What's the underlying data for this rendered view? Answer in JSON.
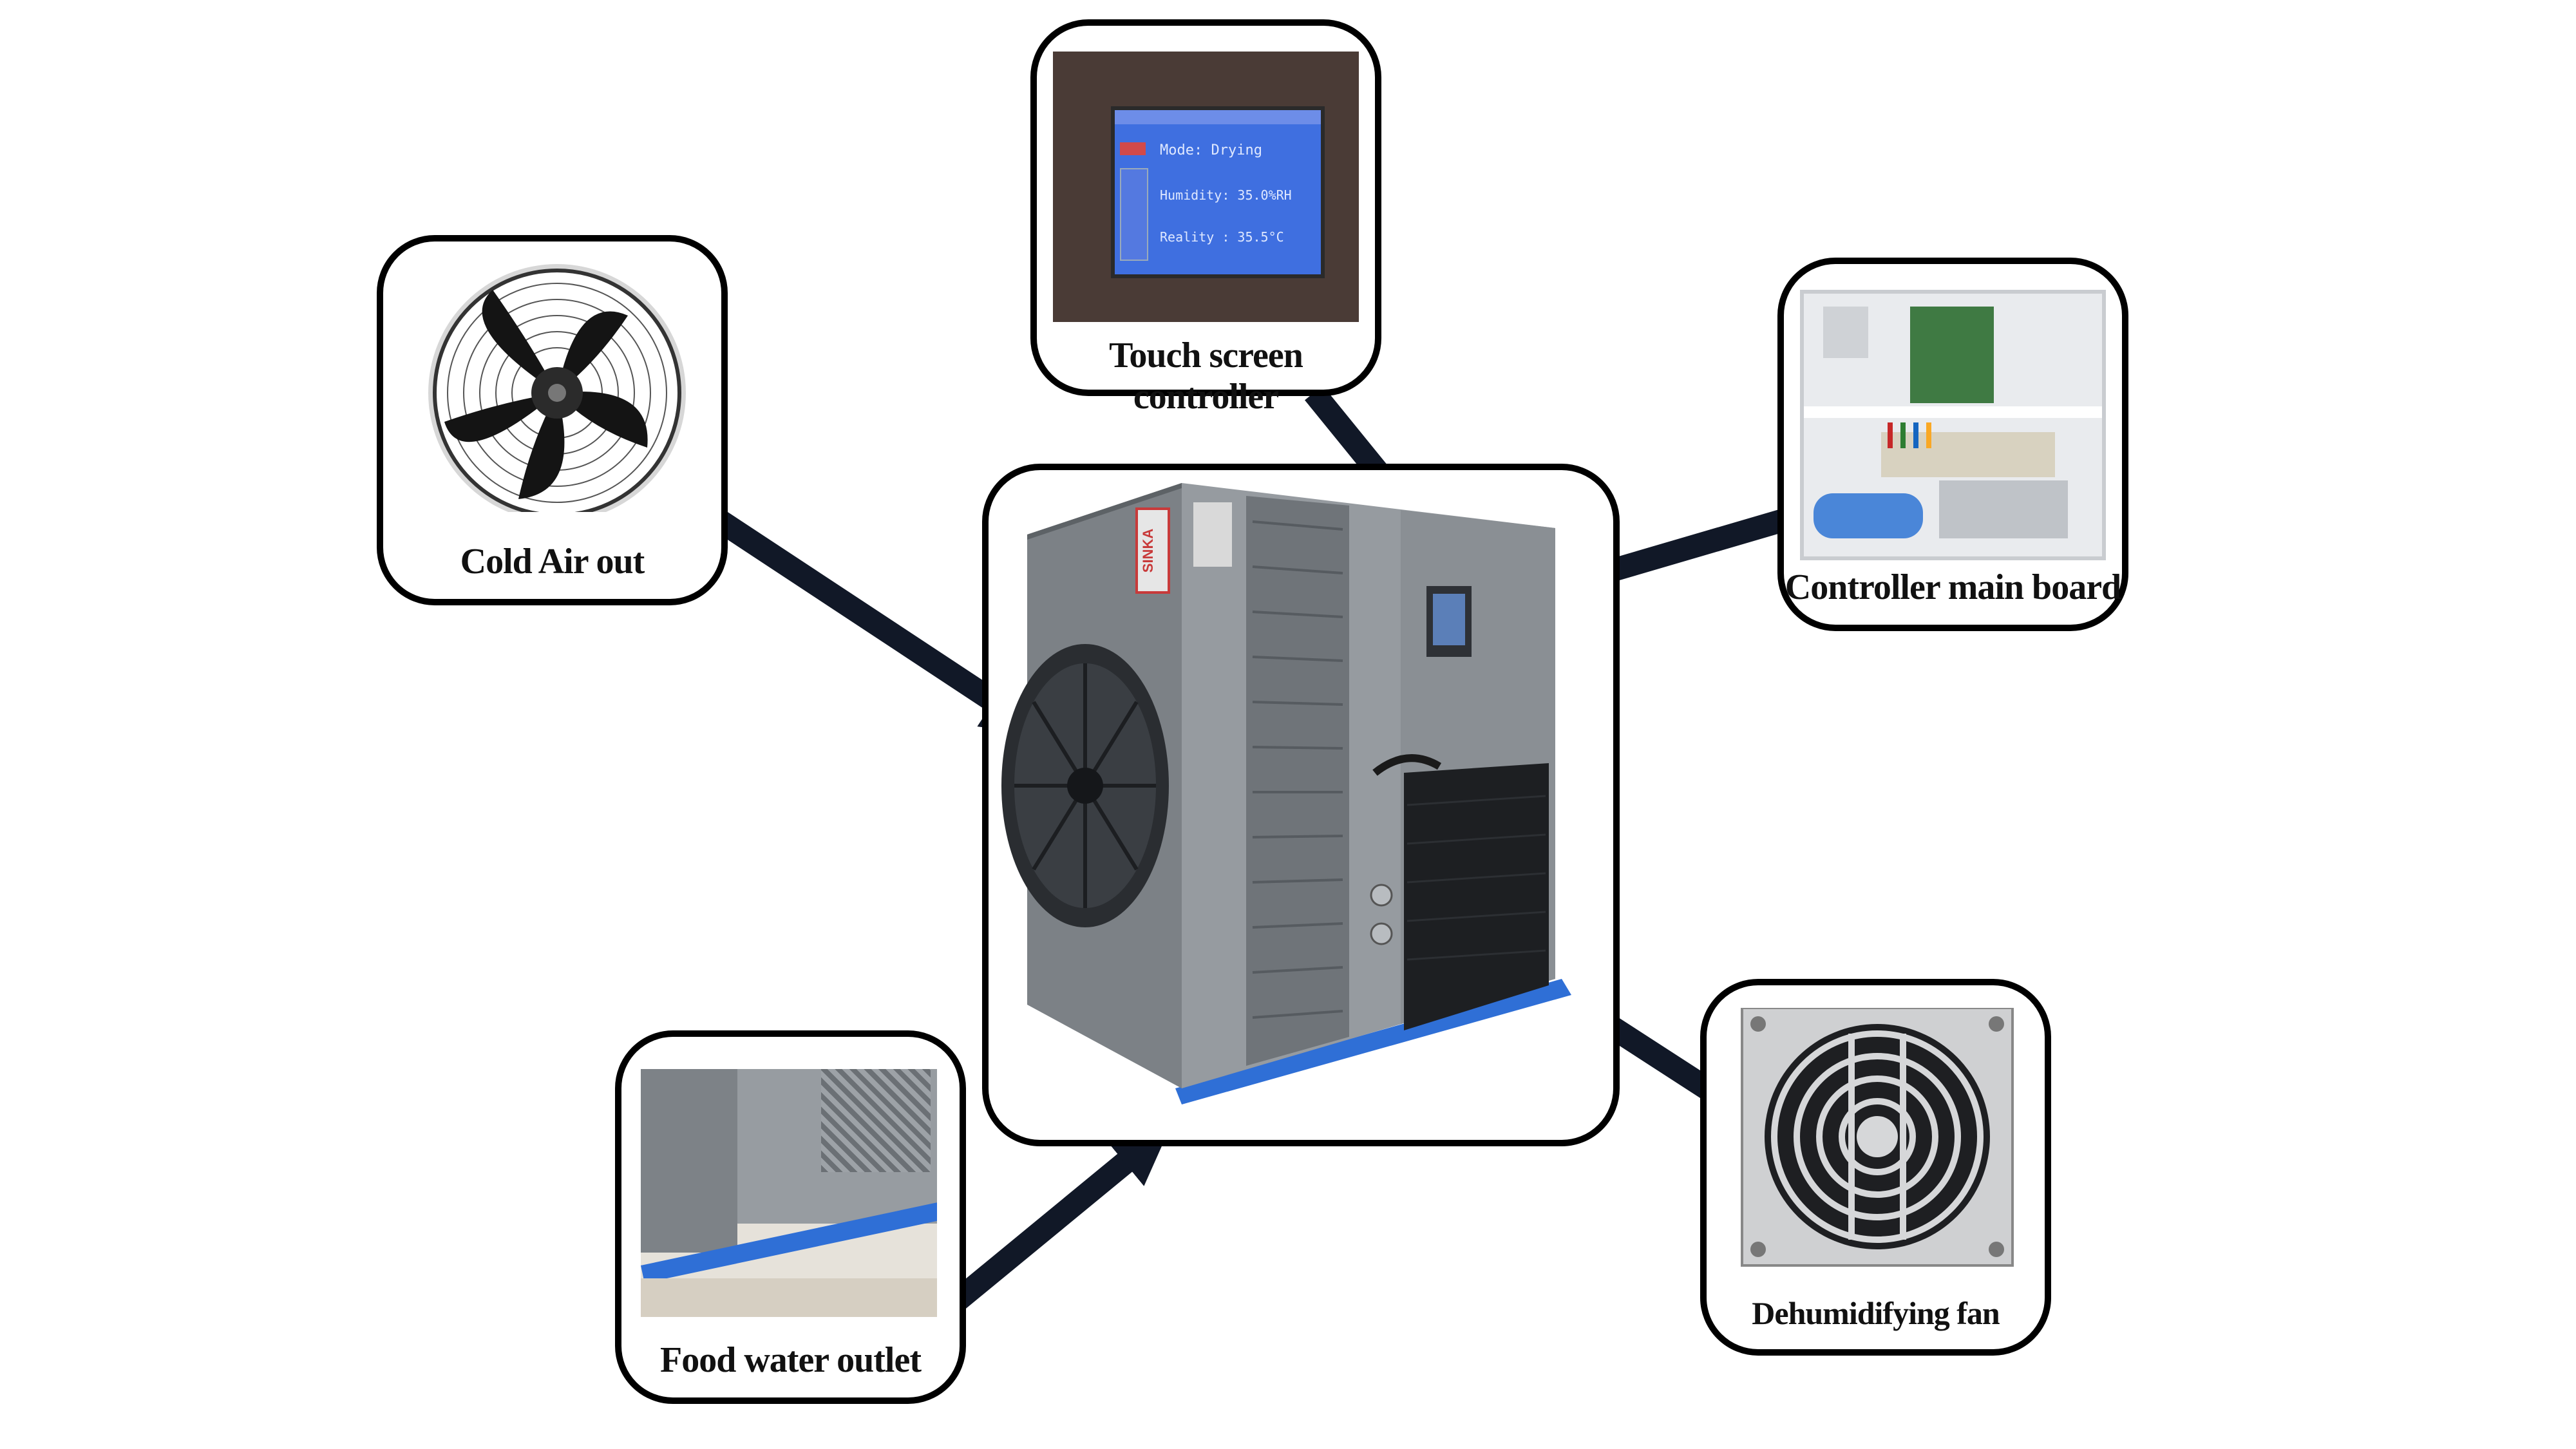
{
  "labels": {
    "touch_screen": "Touch screen controller",
    "cold_air": "Cold Air out",
    "controller_board": "Controller main board",
    "dehumidifying_fan": "Dehumidifying fan",
    "food_water": "Food water outlet"
  },
  "screen_text": {
    "line1": "Mode: Drying",
    "line2": "Humidity: 35.0%RH",
    "line3": "Reality : 35.5°C"
  },
  "brand_plate": "SINKA",
  "colors": {
    "arrow": "#111827",
    "machine_body": "#8c9196",
    "water_pipe": "#2f6fd6",
    "screen": "#3f6fe0"
  }
}
